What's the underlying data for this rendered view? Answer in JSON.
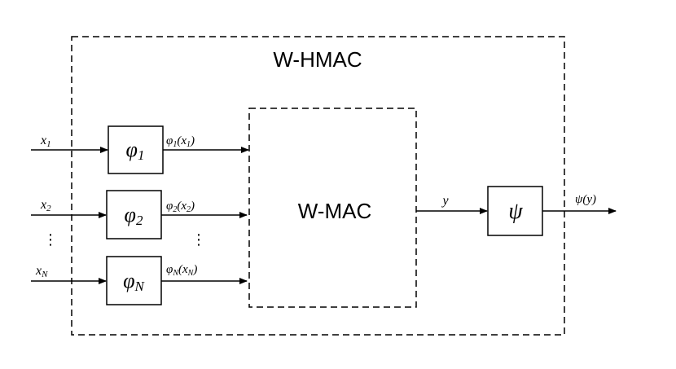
{
  "outer_block": {
    "label": "W-HMAC"
  },
  "inner_block": {
    "label": "W-MAC"
  },
  "inputs": [
    {
      "in_label": "x",
      "in_sub": "1",
      "fn_label": "φ",
      "fn_sub": "1",
      "out_label": "φ",
      "out_sub": "1",
      "out_arg": "x",
      "out_arg_sub": "1"
    },
    {
      "in_label": "x",
      "in_sub": "2",
      "fn_label": "φ",
      "fn_sub": "2",
      "out_label": "φ",
      "out_sub": "2",
      "out_arg": "x",
      "out_arg_sub": "2"
    },
    {
      "in_label": "x",
      "in_sub": "N",
      "fn_label": "φ",
      "fn_sub": "N",
      "out_label": "φ",
      "out_sub": "N",
      "out_arg": "x",
      "out_arg_sub": "N"
    }
  ],
  "ellipsis": "⋮",
  "output": {
    "signal_label": "y",
    "fn_label": "ψ",
    "result_fn": "ψ",
    "result_arg": "y"
  }
}
